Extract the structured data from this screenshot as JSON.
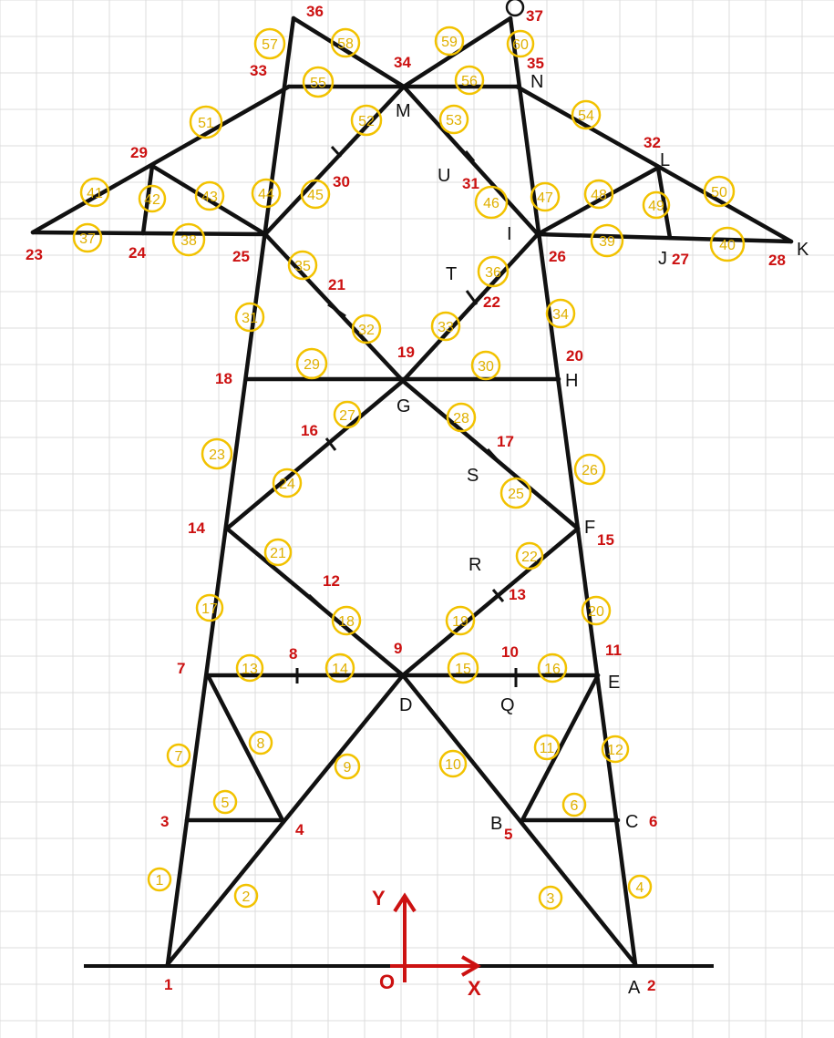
{
  "diagram": {
    "node_numbers": [
      "1",
      "2",
      "3",
      "4",
      "5",
      "6",
      "7",
      "8",
      "9",
      "10",
      "11",
      "12",
      "13",
      "14",
      "15",
      "16",
      "17",
      "18",
      "19",
      "20",
      "21",
      "22",
      "23",
      "24",
      "25",
      "26",
      "27",
      "28",
      "29",
      "30",
      "31",
      "32",
      "33",
      "34",
      "35",
      "36",
      "37"
    ],
    "node_letters": [
      "A",
      "B",
      "C",
      "D",
      "E",
      "F",
      "G",
      "H",
      "I",
      "J",
      "K",
      "L",
      "M",
      "N",
      "O",
      "Q",
      "R",
      "S",
      "T",
      "U"
    ],
    "member_numbers": [
      "1",
      "2",
      "3",
      "4",
      "5",
      "6",
      "7",
      "8",
      "9",
      "10",
      "11",
      "12",
      "13",
      "14",
      "15",
      "16",
      "17",
      "18",
      "19",
      "20",
      "21",
      "22",
      "23",
      "24",
      "25",
      "26",
      "27",
      "28",
      "29",
      "30",
      "31",
      "32",
      "33",
      "34",
      "35",
      "36",
      "37",
      "38",
      "39",
      "40",
      "41",
      "42",
      "43",
      "44",
      "45",
      "46",
      "47",
      "48",
      "49",
      "50",
      "51",
      "52",
      "53",
      "54",
      "55",
      "56",
      "57",
      "58",
      "59",
      "60"
    ],
    "axis": {
      "origin": "O",
      "x": "X",
      "y": "Y"
    },
    "colors": {
      "members": "#111111",
      "labels": "#cc1111",
      "member_circles": "#f2c200",
      "grid": "#dcdcdc"
    }
  }
}
